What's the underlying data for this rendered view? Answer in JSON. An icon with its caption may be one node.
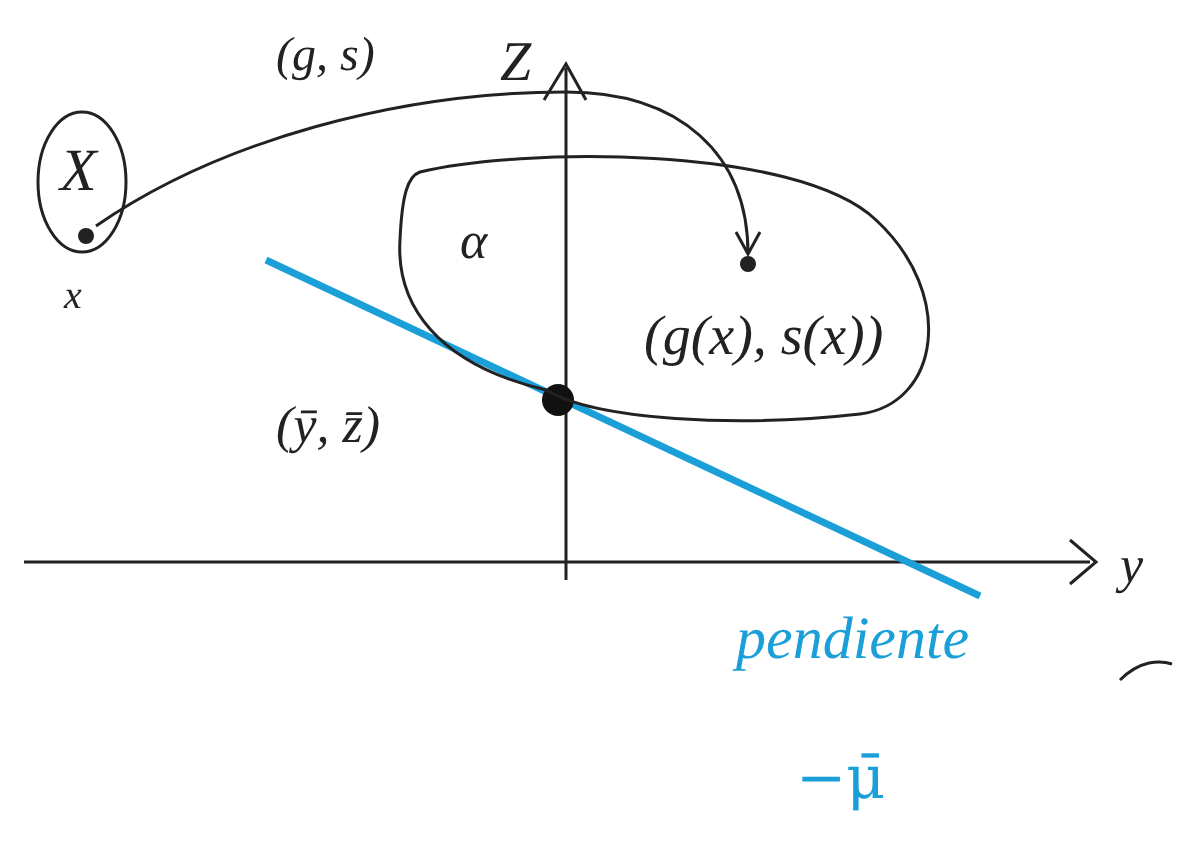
{
  "diagram": {
    "nodes": [
      {
        "text": [
          "X"
        ]
      },
      {
        "text": [],
        "shape": "circle",
        "in": 0,
        "beside": [
          "x"
        ]
      },
      {
        "text": [
          "α"
        ]
      },
      {
        "text": [],
        "shape": "circle",
        "in": 2,
        "beside": [
          "(g(x), s(x))"
        ]
      }
    ],
    "edges": [
      {
        "from": 1,
        "to": 3,
        "arrow": "to",
        "label": "(g, s)"
      }
    ],
    "labels": [
      "Z",
      "(ȳ, z̄)",
      "y",
      "pendiente",
      "−μ̄"
    ]
  }
}
